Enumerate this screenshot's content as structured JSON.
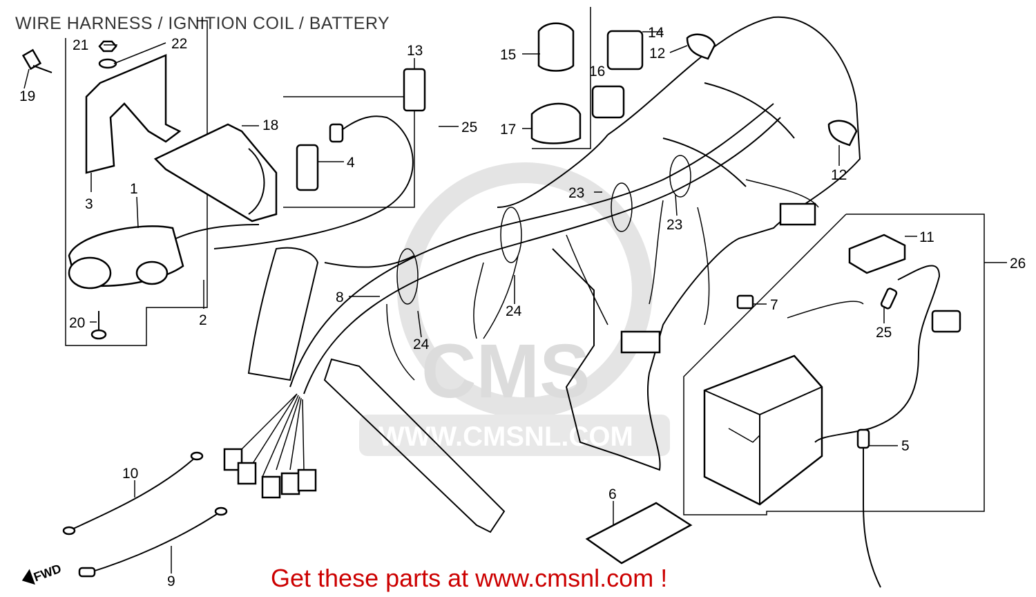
{
  "title": "WIRE HARNESS / IGNITION COIL / BATTERY",
  "footer": "Get these parts at www.cmsnl.com !",
  "watermark": {
    "logo": "CMS",
    "url": "WWW.CMSNL.COM"
  },
  "fwd_label": "FWD",
  "callouts": {
    "c1": "1",
    "c2": "2",
    "c3": "3",
    "c4": "4",
    "c5": "5",
    "c6": "6",
    "c7": "7",
    "c8": "8",
    "c9": "9",
    "c10": "10",
    "c11": "11",
    "c12a": "12",
    "c12b": "12",
    "c13": "13",
    "c14": "14",
    "c15": "15",
    "c16": "16",
    "c17": "17",
    "c18": "18",
    "c19": "19",
    "c20": "20",
    "c21": "21",
    "c22": "22",
    "c23a": "23",
    "c23b": "23",
    "c24a": "24",
    "c24b": "24",
    "c25a": "25",
    "c25b": "25",
    "c26": "26"
  },
  "colors": {
    "footer": "#cc0000",
    "title": "#333333",
    "watermark": "#dcdcdc"
  }
}
